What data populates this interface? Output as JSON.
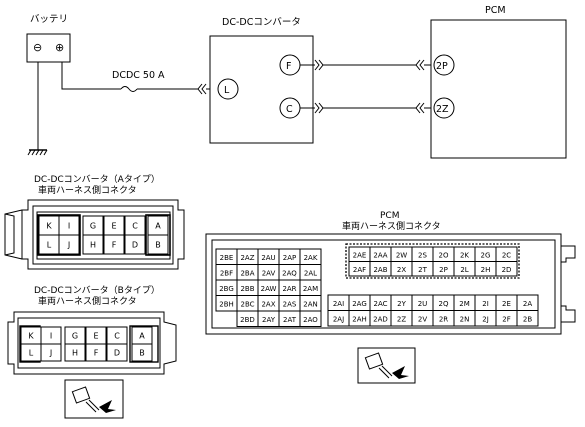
{
  "labels": {
    "battery": "バッテリ",
    "dcdc_converter": "DC-DCコンバータ",
    "pcm": "PCM",
    "fuse": "DCDC 50 A",
    "pin_L": "L",
    "pin_F": "F",
    "pin_C": "C",
    "pin_2P": "2P",
    "pin_2Z": "2Z",
    "batt_minus": "⊖",
    "batt_plus": "⊕"
  },
  "connector_a": {
    "title1": "DC-DCコンバータ（Aタイプ）",
    "title2": "車両ハーネス側コネクタ",
    "row1": [
      "K",
      "I",
      "G",
      "E",
      "C",
      "A"
    ],
    "row2": [
      "L",
      "J",
      "H",
      "F",
      "D",
      "B"
    ]
  },
  "connector_b": {
    "title1": "DC-DCコンバータ（Bタイプ）",
    "title2": "車両ハーネス側コネクタ",
    "row1": [
      "K",
      "I",
      "G",
      "E",
      "C",
      "A"
    ],
    "row2": [
      "L",
      "J",
      "H",
      "F",
      "D",
      "B"
    ]
  },
  "pcm_connector": {
    "title1": "PCM",
    "title2": "車両ハーネス側コネクタ",
    "left_rows": [
      [
        "2BE",
        "2AZ",
        "2AU",
        "2AP",
        "2AK"
      ],
      [
        "2BF",
        "2BA",
        "2AV",
        "2AQ",
        "2AL"
      ],
      [
        "2BG",
        "2BB",
        "2AW",
        "2AR",
        "2AM"
      ],
      [
        "2BH",
        "2BC",
        "2AX",
        "2AS",
        "2AN"
      ],
      [
        "",
        "2BD",
        "2AY",
        "2AT",
        "2AO"
      ]
    ],
    "right_top_rows": [
      [
        "2AE",
        "2AA",
        "2W",
        "2S",
        "2O",
        "2K",
        "2G",
        "2C"
      ],
      [
        "2AF",
        "2AB",
        "2X",
        "2T",
        "2P",
        "2L",
        "2H",
        "2D"
      ]
    ],
    "right_bottom_rows": [
      [
        "2AI",
        "2AG",
        "2AC",
        "2Y",
        "2U",
        "2Q",
        "2M",
        "2I",
        "2E",
        "2A"
      ],
      [
        "2AJ",
        "2AH",
        "2AD",
        "2Z",
        "2V",
        "2R",
        "2N",
        "2J",
        "2F",
        "2B"
      ]
    ]
  }
}
